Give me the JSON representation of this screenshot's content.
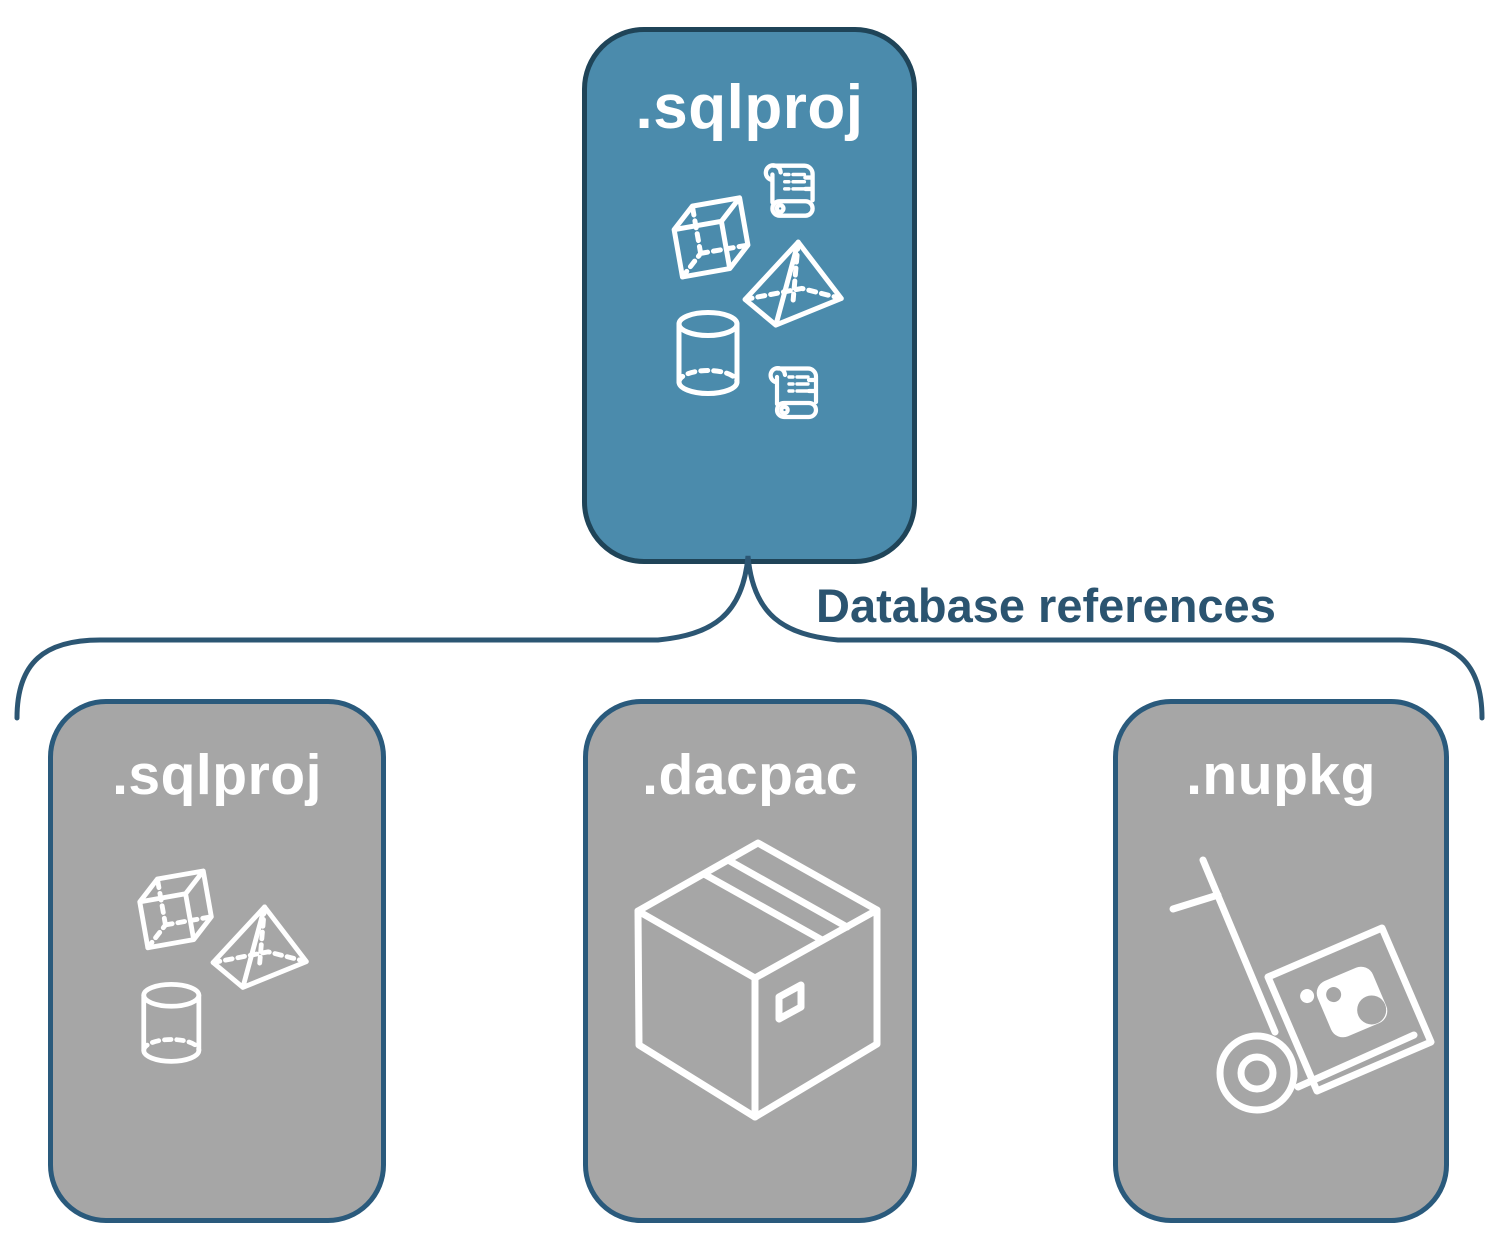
{
  "diagram": {
    "root": {
      "label": ".sqlproj",
      "icons": [
        "script-scroll",
        "cube",
        "pyramid",
        "cylinder",
        "script-scroll"
      ]
    },
    "connector_label": "Database references",
    "children": [
      {
        "label": ".sqlproj",
        "icons": [
          "cube",
          "pyramid",
          "cylinder"
        ]
      },
      {
        "label": ".dacpac",
        "icons": [
          "package-box"
        ]
      },
      {
        "label": ".nupkg",
        "icons": [
          "hand-truck-with-nuget-package"
        ]
      }
    ]
  },
  "colors": {
    "teal": "#4B8BAC",
    "teal-border": "#1F4458",
    "gray": "#A6A6A6",
    "gray-border": "#2A5A7C",
    "line": "#2C5673",
    "label": "#2B5470",
    "icon": "#FFFFFF"
  }
}
